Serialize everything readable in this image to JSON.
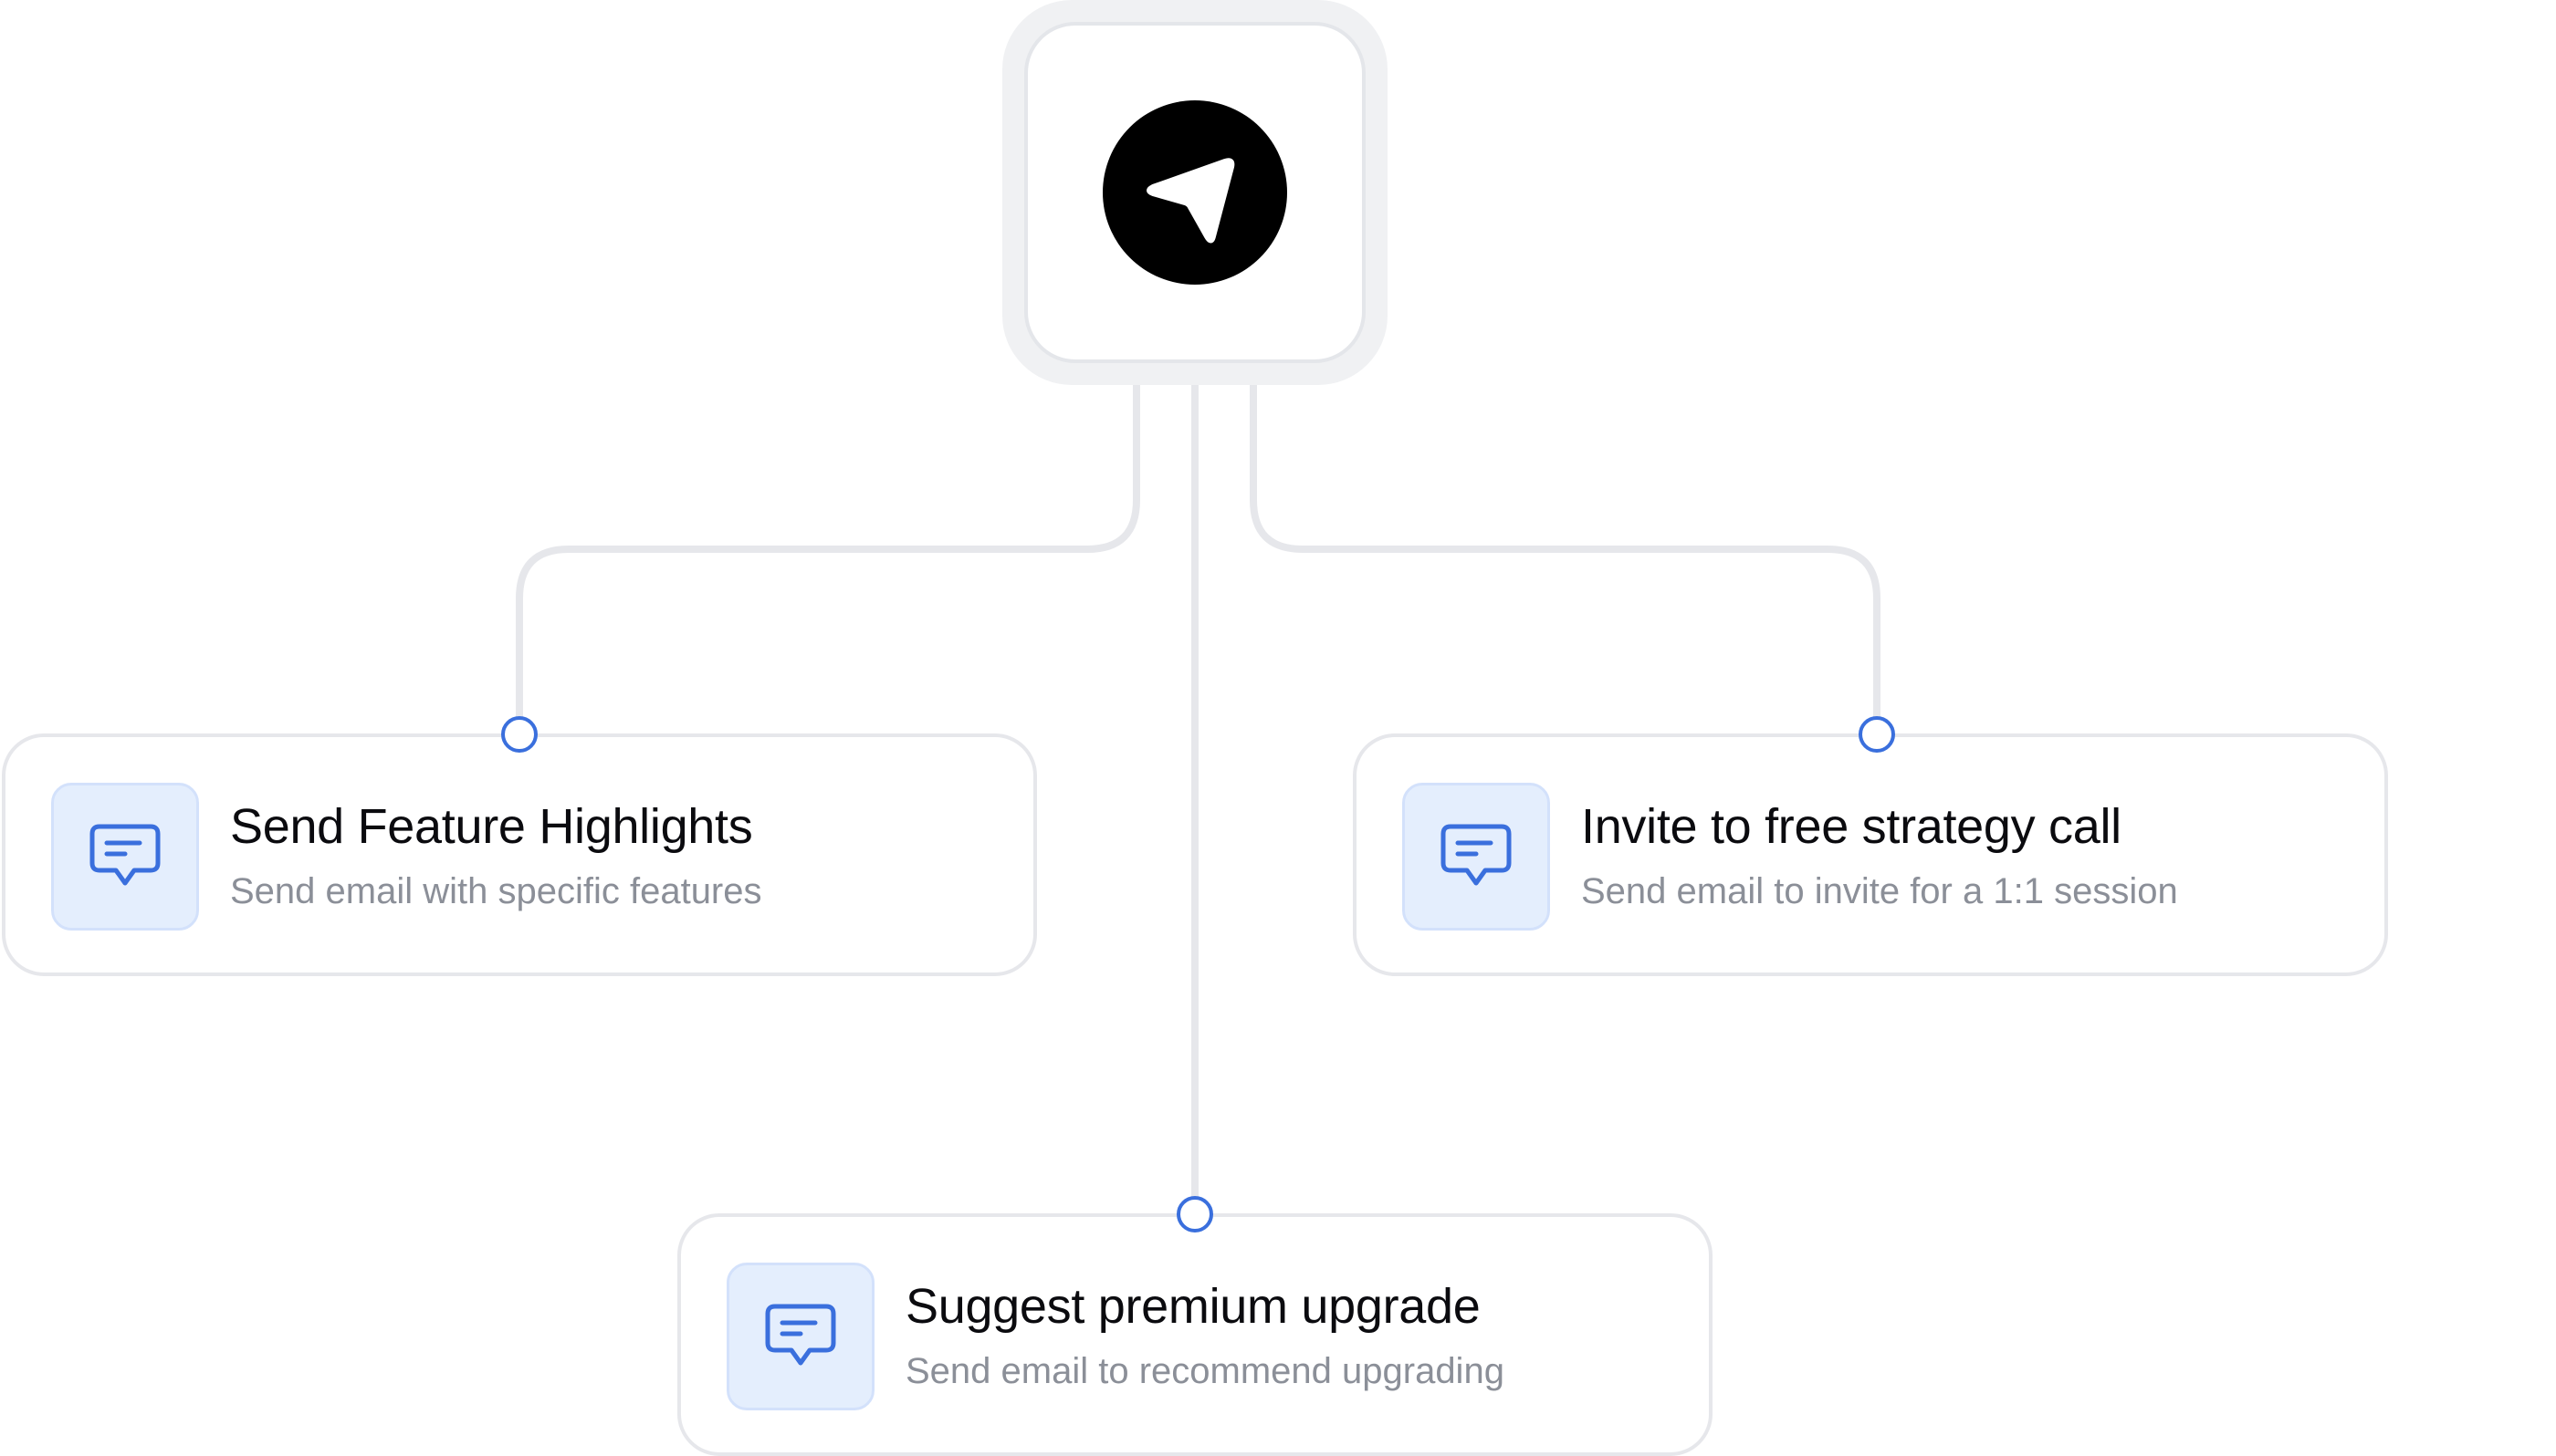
{
  "trigger": {
    "icon": "send-navigation-icon"
  },
  "colors": {
    "connector": "#e6e7eb",
    "handle": "#3a6fdd",
    "icon_tile_bg": "#e4eefd",
    "icon_stroke": "#3a6fdd",
    "title": "#0b0b0f",
    "subtitle": "#8b8f98"
  },
  "actions": [
    {
      "title": "Send Feature Highlights",
      "subtitle": "Send email with specific features",
      "icon": "message-icon"
    },
    {
      "title": "Invite to free strategy call",
      "subtitle": "Send email to invite for a 1:1 session",
      "icon": "message-icon"
    },
    {
      "title": "Suggest premium upgrade",
      "subtitle": "Send email to recommend upgrading",
      "icon": "message-icon"
    }
  ]
}
